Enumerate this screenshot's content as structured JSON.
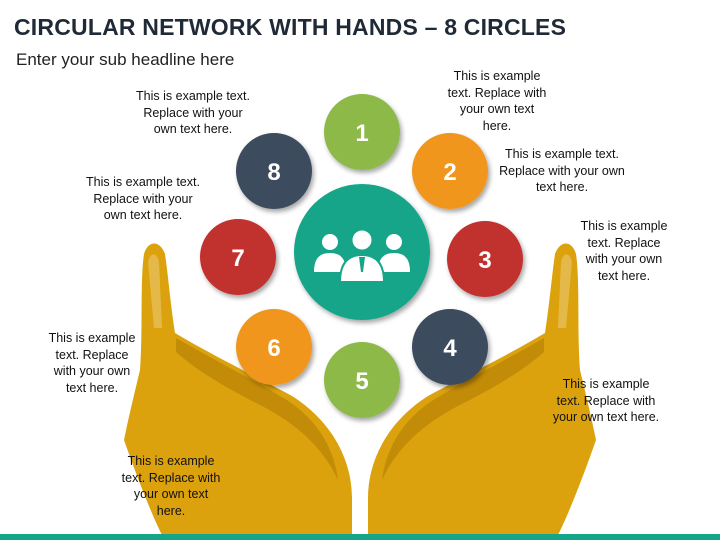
{
  "title": "CIRCULAR NETWORK WITH HANDS – 8 CIRCLES",
  "subtitle": "Enter your sub headline here",
  "colors": {
    "hand": "#dca20d",
    "center": "#17a589",
    "green": "#8db94a",
    "orange": "#f0961e",
    "red": "#c1312e",
    "navy": "#3c4c5f",
    "bar": "#17a589"
  },
  "center_icon": "people-group-icon",
  "circles": [
    {
      "number": "1",
      "color": "#8db94a"
    },
    {
      "number": "2",
      "color": "#f0961e"
    },
    {
      "number": "3",
      "color": "#c1312e"
    },
    {
      "number": "4",
      "color": "#3c4c5f"
    },
    {
      "number": "5",
      "color": "#8db94a"
    },
    {
      "number": "6",
      "color": "#f0961e"
    },
    {
      "number": "7",
      "color": "#c1312e"
    },
    {
      "number": "8",
      "color": "#3c4c5f"
    }
  ],
  "captions": [
    {
      "lines": [
        "This is example",
        "text. Replace with",
        "your own text",
        "here."
      ]
    },
    {
      "lines": [
        "This is example text.",
        "Replace with your own",
        "text here."
      ]
    },
    {
      "lines": [
        "This is example",
        "text. Replace",
        "with your own",
        "text here."
      ]
    },
    {
      "lines": [
        "This is example",
        "text. Replace with",
        "your own text here."
      ]
    },
    {
      "lines": [
        "This is example",
        "text. Replace with",
        "your own text",
        "here."
      ]
    },
    {
      "lines": [
        "This is example",
        "text. Replace",
        "with your own",
        "text here."
      ]
    },
    {
      "lines": [
        "This is example text.",
        "Replace with your",
        "own text here."
      ]
    },
    {
      "lines": [
        "This is example text.",
        "Replace with your",
        "own text here."
      ]
    }
  ]
}
